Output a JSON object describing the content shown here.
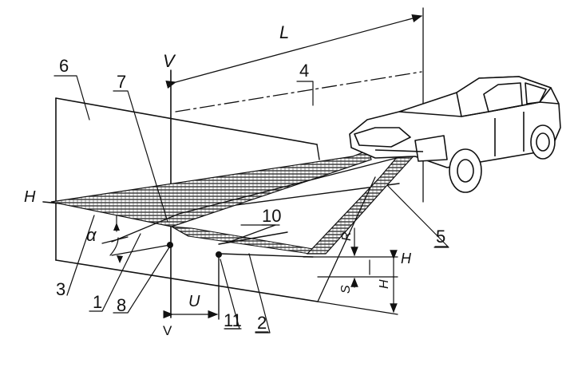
{
  "labels": {
    "top_length": "L",
    "vertical_top": "V",
    "vertical_bottom": "V",
    "horizontal_left": "H",
    "horizontal_right": "H",
    "angle": "α",
    "offset_u": "U",
    "dim_r": "R",
    "dim_s": "S",
    "dim_h": "H",
    "n1": "1",
    "n2": "2",
    "n3": "3",
    "n4": "4",
    "n5": "5",
    "n6": "6",
    "n7": "7",
    "n8": "8",
    "n10": "10",
    "n11": "11"
  },
  "colors": {
    "line": "#111111",
    "background": "#ffffff"
  },
  "icons": {
    "vehicle": "car-illustration"
  }
}
